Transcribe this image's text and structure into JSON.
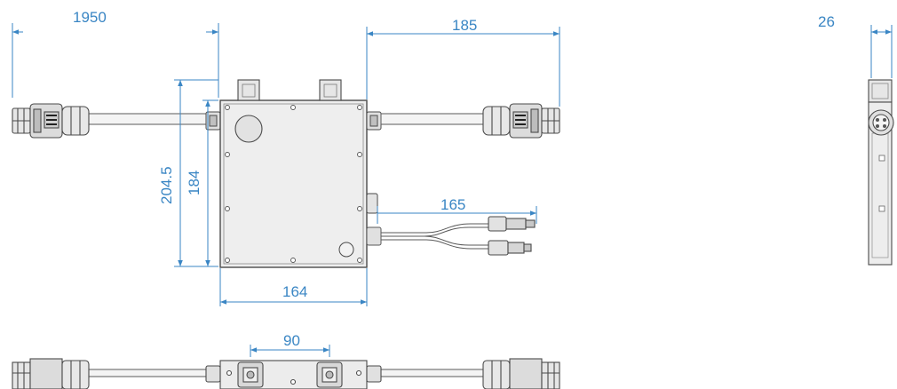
{
  "colors": {
    "dimension": "#3a86c4",
    "outline": "#4a4a4a",
    "body_fill": "#ececec",
    "connector_fill": "#e4e4e4",
    "cable": "#5a5a5a"
  },
  "dimensions": {
    "cable_length": "1950",
    "top_right_width": "185",
    "side_depth": "26",
    "total_height": "204.5",
    "body_height": "184",
    "dc_cable": "165",
    "body_width": "164",
    "bottom_view_spacing": "90"
  },
  "views": {
    "top": {
      "icons": [
        "ac-input-connector-icon",
        "ac-output-connector-icon",
        "dc-connector-pair-icon",
        "mounting-hole-icon"
      ]
    },
    "side": {
      "icons": [
        "round-port-icon"
      ]
    },
    "bottom": {
      "icons": [
        "dc-socket-icon"
      ]
    }
  }
}
